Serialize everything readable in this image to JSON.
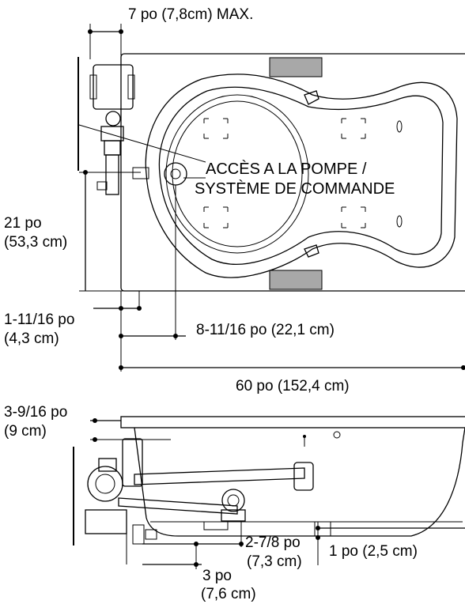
{
  "dimensions": {
    "top_max": "7 po (7,8cm)  MAX.",
    "height_in": "21 po",
    "height_cm": "(53,3 cm)",
    "offset_in": "1-11/16 po",
    "offset_cm": "(4,3 cm)",
    "drain_offset": "8-11/16 po (22,1 cm)",
    "length": "60 po (152,4 cm)",
    "rim_in": "3-9/16 po",
    "rim_cm": "(9 cm)",
    "drain_height_in": "2-7/8 po",
    "drain_height_cm": "(7,3 cm)",
    "base_gap": "1 po (2,5 cm)",
    "pump_height_in": "3 po",
    "pump_height_cm": "(7,6 cm)"
  },
  "callout": {
    "line1": "ACCÈS A LA POMPE /",
    "line2": "SYSTÈME DE COMMANDE"
  },
  "colors": {
    "panel_gray": "#a8a8a8",
    "line": "#000000"
  }
}
